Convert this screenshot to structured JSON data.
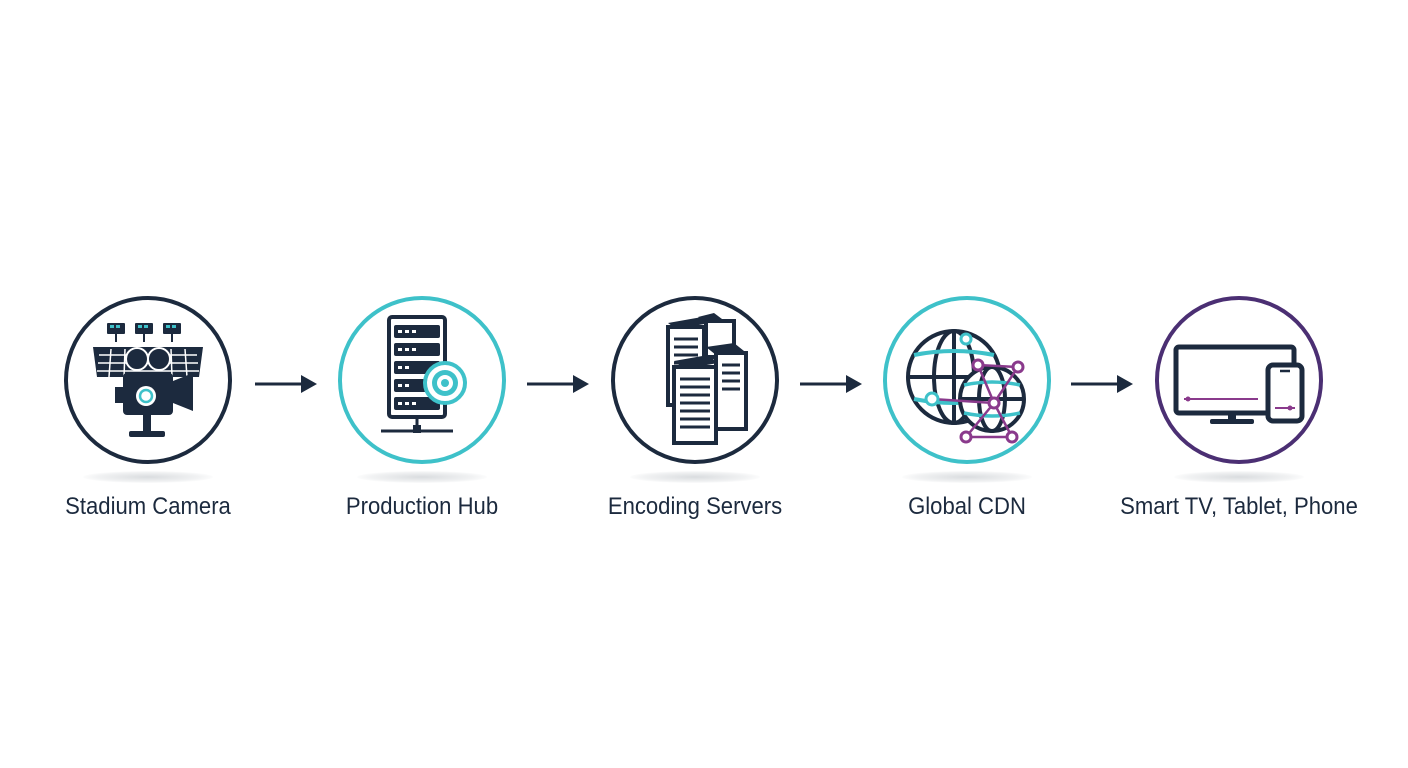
{
  "diagram": {
    "stages": [
      {
        "label": "Stadium Camera",
        "icon": "stadium-camera-icon",
        "ring_color": "#1c2a3e"
      },
      {
        "label": "Production Hub",
        "icon": "server-rack-signal-icon",
        "ring_color": "#3ec1c9"
      },
      {
        "label": "Encoding Servers",
        "icon": "server-cluster-icon",
        "ring_color": "#1c2a3e"
      },
      {
        "label": "Global CDN",
        "icon": "globe-network-icon",
        "ring_color": "#3ec1c9"
      },
      {
        "label": "Smart TV, Tablet, Phone",
        "icon": "devices-icon",
        "ring_color": "#4b2f73"
      }
    ],
    "colors": {
      "navy": "#1c2a3e",
      "teal": "#3ec1c9",
      "purple": "#8a3a8c",
      "violet": "#4b2f73"
    }
  }
}
